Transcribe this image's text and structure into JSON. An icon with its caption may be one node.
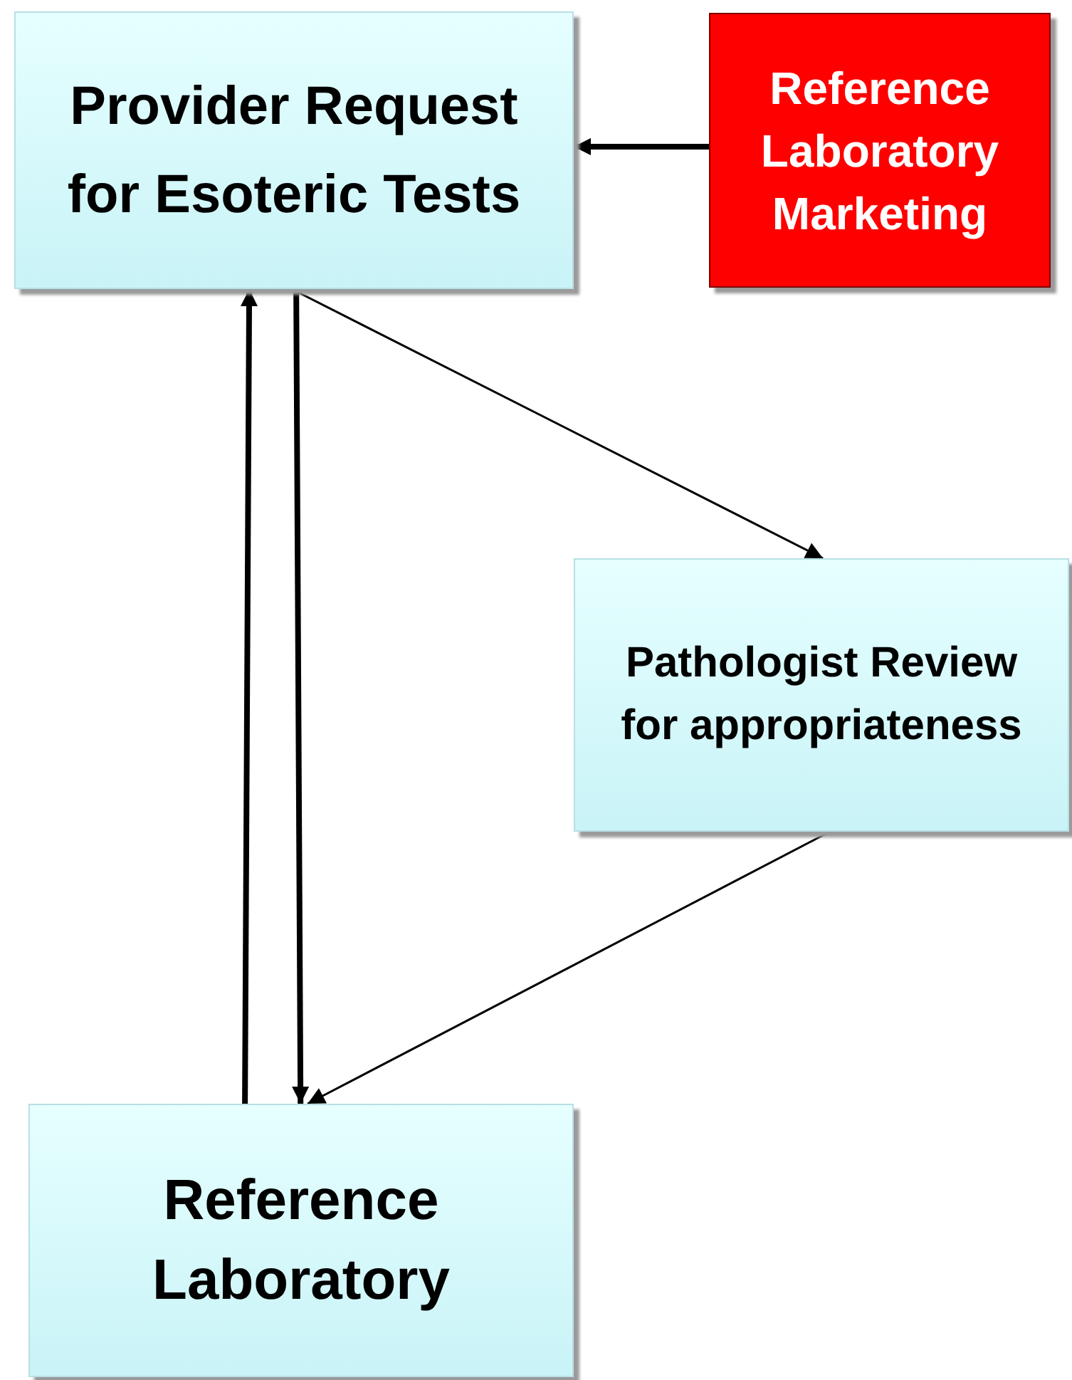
{
  "diagram": {
    "nodes": [
      {
        "text": [
          "Provider Request for Esoteric Tests"
        ]
      },
      {
        "text": [
          "Reference Laboratory Marketing"
        ]
      },
      {
        "text": [
          "Pathologist Review for appropriateness"
        ]
      },
      {
        "text": [
          "Reference Laboratory"
        ]
      }
    ],
    "edges": [
      {
        "from": 1,
        "to": 0,
        "arrow": "to"
      },
      {
        "from": 3,
        "to": 0,
        "arrow": "to"
      },
      {
        "from": 0,
        "to": 3,
        "arrow": "to"
      },
      {
        "from": 0,
        "to": 2,
        "arrow": "to"
      },
      {
        "from": 2,
        "to": 3,
        "arrow": "to"
      }
    ]
  }
}
